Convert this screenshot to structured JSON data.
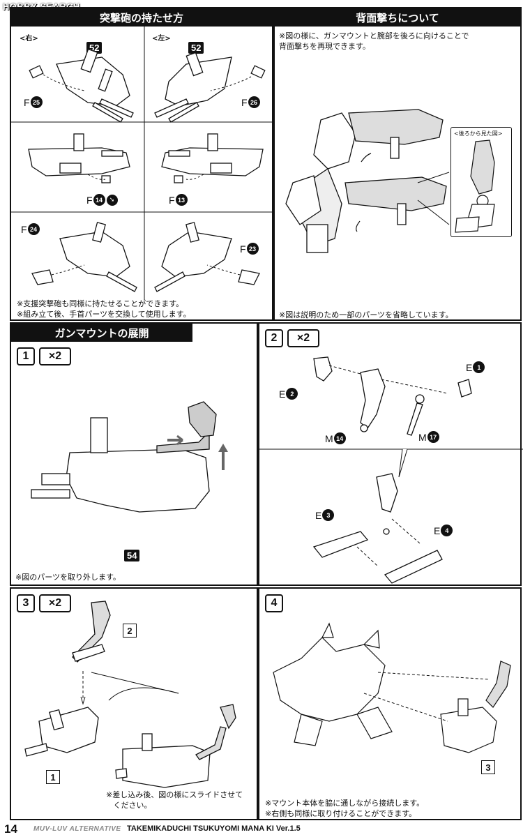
{
  "watermark": "HOBBY SEARCH",
  "grip": {
    "title": "突撃砲の持たせ方",
    "right_label": "<右>",
    "left_label": "<左>",
    "part_52": "52",
    "ref_f25": {
      "letter": "F",
      "num": "25"
    },
    "ref_f26": {
      "letter": "F",
      "num": "26"
    },
    "ref_f14": {
      "letter": "F",
      "num": "14"
    },
    "ref_f13": {
      "letter": "F",
      "num": "13"
    },
    "ref_f24": {
      "letter": "F",
      "num": "24"
    },
    "ref_f23": {
      "letter": "F",
      "num": "23"
    },
    "note1": "※支援突撃砲も同様に持たせることができます。",
    "note2": "※組み立て後、手首パーツを交換して使用します。"
  },
  "back_fire": {
    "title": "背面撃ちについて",
    "note_top": "※図の様に、ガンマウントと腕部を後ろに向けることで\n背面撃ちを再現できます。",
    "inset_title": "<後ろから見た図>",
    "note_bottom": "※図は説明のため一部のパーツを省略しています。"
  },
  "gun_mount": {
    "title": "ガンマウントの展開",
    "step1": "1",
    "multiplier": "×2",
    "part_54": "54",
    "note": "※図のパーツを取り外します。"
  },
  "step2": {
    "step": "2",
    "multiplier": "×2",
    "ref_e1": {
      "letter": "E",
      "num": "1"
    },
    "ref_e2": {
      "letter": "E",
      "num": "2"
    },
    "ref_m14": {
      "letter": "M",
      "num": "14"
    },
    "ref_m17": {
      "letter": "M",
      "num": "17"
    },
    "ref_e3": {
      "letter": "E",
      "num": "3"
    },
    "ref_e4": {
      "letter": "E",
      "num": "4"
    }
  },
  "step3": {
    "step": "3",
    "multiplier": "×2",
    "callout_2": "2",
    "callout_1": "1",
    "note": "※差し込み後、図の様にスライドさせて\n   ください。"
  },
  "step4": {
    "step": "4",
    "callout_3": "3",
    "note1": "※マウント本体を脇に通しながら接続します。",
    "note2": "※右側も同様に取り付けることができます。"
  },
  "footer": {
    "page": "14",
    "series": "MUV-LUV ALTERNATIVE",
    "kit": "TAKEMIKADUCHI TSUKUYOMI MANA KI Ver.1.5"
  }
}
